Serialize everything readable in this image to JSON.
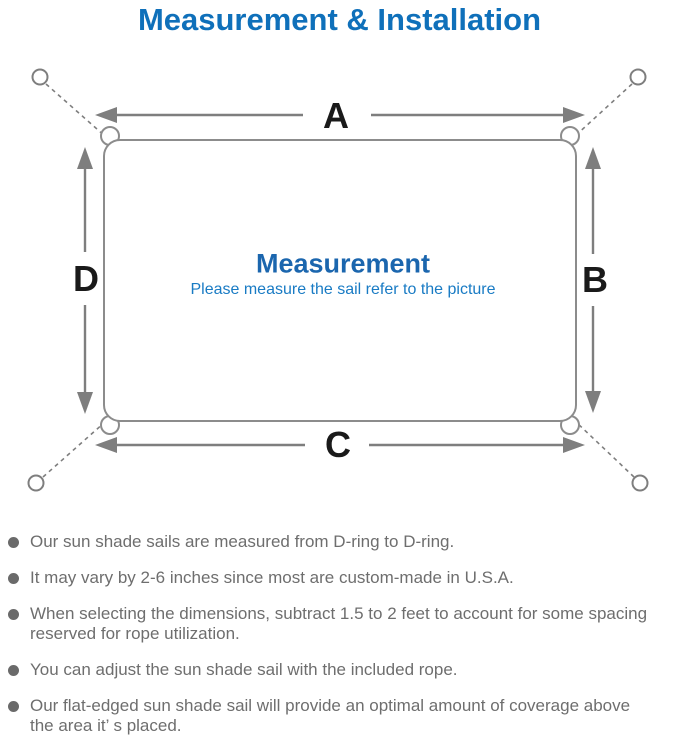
{
  "page": {
    "title": "Measurement & Installation"
  },
  "diagram": {
    "labels": {
      "a": "A",
      "b": "B",
      "c": "C",
      "d": "D"
    },
    "center_heading": "Measurement",
    "center_subtitle": "Please measure the sail refer to the picture"
  },
  "bullets": [
    {
      "line1": "Our sun shade sails are measured from D-ring to D-ring."
    },
    {
      "line1": "It may vary by 2-6 inches since most are custom-made in U.S.A."
    },
    {
      "line1": "When selecting the dimensions, subtract 1.5 to 2 feet to account for some spacing",
      "line2": "reserved for rope utilization."
    },
    {
      "line1": "You can adjust the sun shade sail with the included rope."
    },
    {
      "line1": "Our flat-edged sun shade sail will provide an optimal amount of coverage above",
      "line2": "the area it’ s placed."
    }
  ],
  "colors": {
    "title_blue": "#0f70ba",
    "heading_blue": "#1b66ae",
    "subtitle_blue": "#197bc4",
    "diagram_gray": "#7e7e7e",
    "outline_gray": "#8c8c8c",
    "note_text_gray": "#6e6e6e",
    "label_black": "#1a1a1a"
  }
}
